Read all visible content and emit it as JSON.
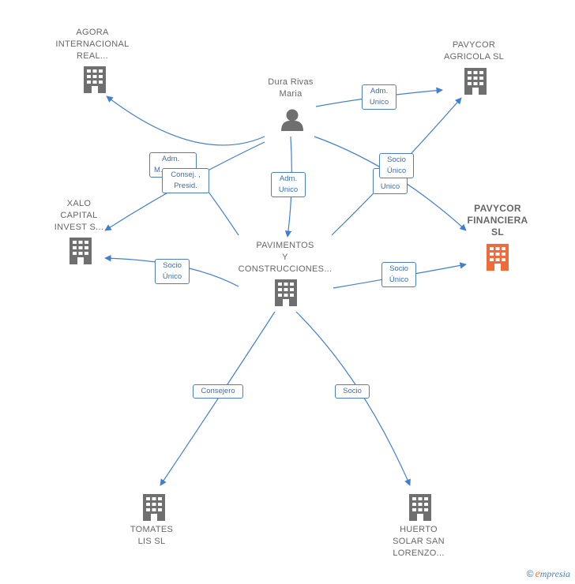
{
  "colors": {
    "edge": "#3f7fd3",
    "building": "#6f6f6f",
    "building_focus": "#f26a3a",
    "person": "#6f6f6f"
  },
  "nodes": {
    "person": {
      "lines": [
        "Dura Rivas",
        "Maria"
      ],
      "icon": "person-icon"
    },
    "agora": {
      "lines": [
        "AGORA",
        "INTERNACIONAL",
        "REAL..."
      ],
      "icon": "building-icon"
    },
    "agricola": {
      "lines": [
        "PAVYCOR",
        "AGRICOLA  SL"
      ],
      "icon": "building-icon"
    },
    "xalo": {
      "lines": [
        "XALO",
        "CAPITAL",
        "INVEST S..."
      ],
      "icon": "building-icon"
    },
    "financiera": {
      "lines": [
        "PAVYCOR",
        "FINANCIERA",
        "SL"
      ],
      "icon": "building-icon"
    },
    "pavimentos": {
      "lines": [
        "PAVIMENTOS",
        "Y",
        "CONSTRUCCIONES..."
      ],
      "icon": "building-icon"
    },
    "tomates": {
      "lines": [
        "TOMATES",
        "LIS  SL"
      ],
      "icon": "building-icon"
    },
    "huerto": {
      "lines": [
        "HUERTO",
        "SOLAR SAN",
        "LORENZO..."
      ],
      "icon": "building-icon"
    }
  },
  "edge_labels": {
    "adm_unico_agricola": [
      "Adm.",
      "Unico"
    ],
    "adm_m": [
      "Adm.",
      "M..."
    ],
    "consej_presid": [
      "Consej. ,",
      "Presid."
    ],
    "adm_unico_pav": [
      "Adm.",
      "Unico"
    ],
    "unico_behind": [
      "Unico"
    ],
    "socio_unico_top": [
      "Socio",
      "Único"
    ],
    "socio_unico_xalo": [
      "Socio",
      "Único"
    ],
    "socio_unico_fin": [
      "Socio",
      "Único"
    ],
    "consejero": [
      "Consejero"
    ],
    "socio": [
      "Socio"
    ]
  },
  "brand": {
    "copyright": "©",
    "first": "e",
    "rest": "mpresia"
  }
}
